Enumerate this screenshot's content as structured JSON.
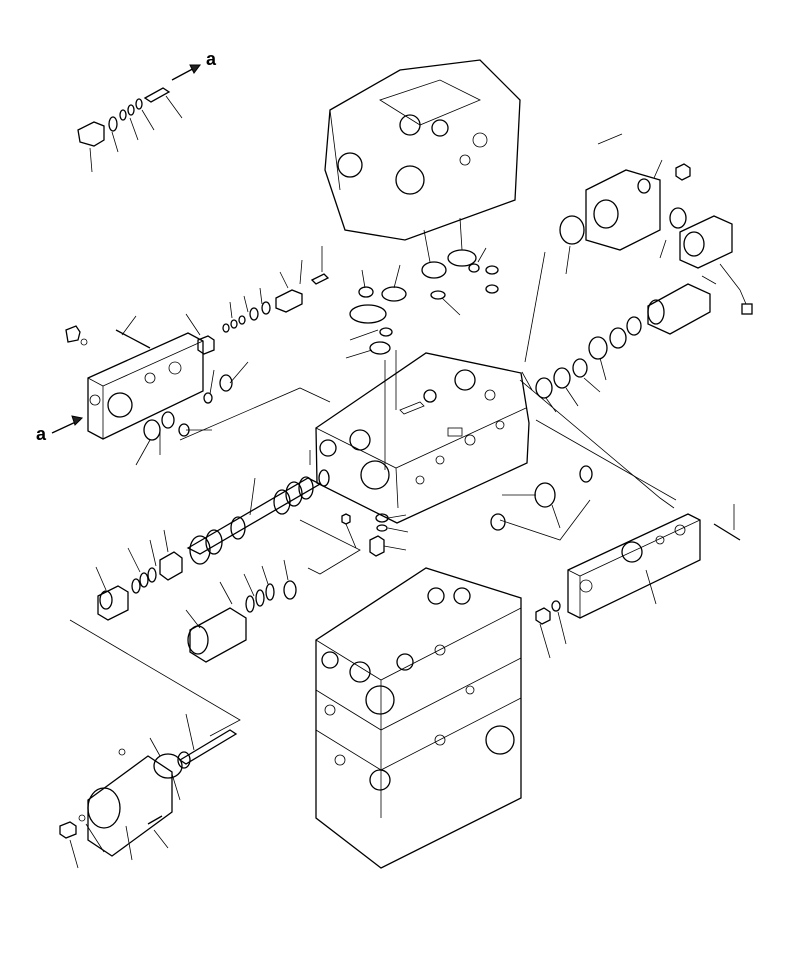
{
  "diagram": {
    "connector_labels": [
      {
        "id": "a-top",
        "text": "a"
      },
      {
        "id": "a-left",
        "text": "a"
      }
    ]
  }
}
